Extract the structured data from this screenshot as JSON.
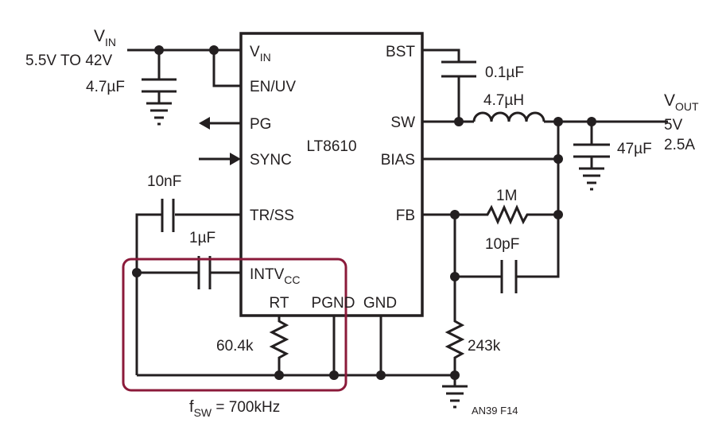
{
  "title": "",
  "chip": {
    "name": "LT8610",
    "pins_left": [
      "V",
      "EN/UV",
      "PG",
      "SYNC",
      "TR/SS",
      "INTV"
    ],
    "pin_vin_sub": "IN",
    "pin_intv_sub": "CC",
    "pins_right": [
      "BST",
      "SW",
      "BIAS",
      "FB"
    ],
    "pins_bottom": [
      "RT",
      "PGND",
      "GND"
    ]
  },
  "input": {
    "vin_label": "V",
    "vin_sub": "IN",
    "range": "5.5V TO 42V",
    "cap": "4.7µF"
  },
  "output": {
    "vout_label": "V",
    "vout_sub": "OUT",
    "voltage": "5V",
    "current": "2.5A",
    "cap": "47µF"
  },
  "components": {
    "bst_cap": "0.1µF",
    "inductor": "4.7µH",
    "fb_top_res": "1M",
    "fb_cap": "10pF",
    "fb_bottom_res": "243k",
    "trss_cap": "10nF",
    "intvcc_cap": "1µF",
    "rt_res": "60.4k"
  },
  "annotation": {
    "fsw_label": "f",
    "fsw_sub": "SW",
    "fsw_value": " = 700kHz",
    "highlight_color": "#8b1a3a"
  },
  "figure_id": "AN39 F14"
}
